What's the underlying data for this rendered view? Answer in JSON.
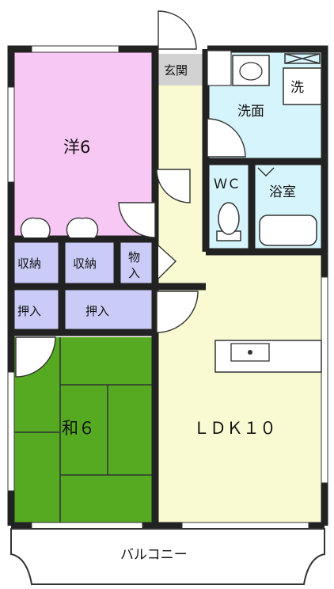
{
  "rooms": {
    "western": "洋6",
    "storage_1": "収納",
    "storage_2": "収納",
    "closet_small_top": "物",
    "closet_small_bottom": "入",
    "oshiire_1": "押入",
    "oshiire_2": "押入",
    "japanese": "和６",
    "ldk": "ＬＤＫ１０",
    "entrance": "玄関",
    "washroom": "洗面",
    "washer": "洗",
    "wc": "ＷＣ",
    "bath": "浴室",
    "balcony": "バルコニー"
  },
  "colors": {
    "western_room": "#f8c8f4",
    "japanese_room": "#55aa22",
    "ldk": "#fafad2",
    "corridor": "#fafad2",
    "wet_area": "#d6f4fb",
    "storage": "#cbcbf8",
    "entrance": "#d2d2d2"
  }
}
